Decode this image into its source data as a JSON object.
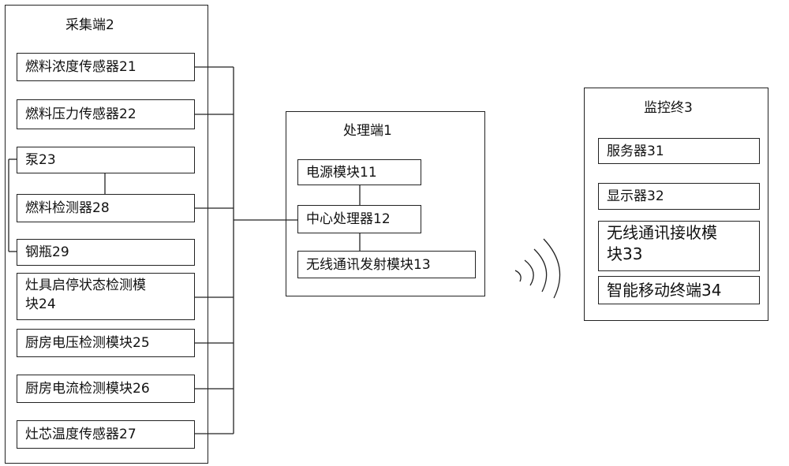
{
  "collection": {
    "title": "采集端2",
    "items": [
      "燃料浓度传感器21",
      "燃料压力传感器22",
      "泵23",
      "燃料检测器28",
      "钢瓶29",
      "灶具启停状态检测模块24",
      "厨房电压检测模块25",
      "厨房电流检测模块26",
      "灶芯温度传感器27"
    ]
  },
  "processing": {
    "title": "处理端1",
    "items": [
      "电源模块11",
      "中心处理器12",
      "无线通讯发射模块13"
    ]
  },
  "monitoring": {
    "title": "监控终3",
    "items": [
      "服务器31",
      "显示器32",
      "无线通讯接收模块33",
      "智能移动终端34"
    ]
  },
  "wireless_icon": "wireless-signal-icon"
}
